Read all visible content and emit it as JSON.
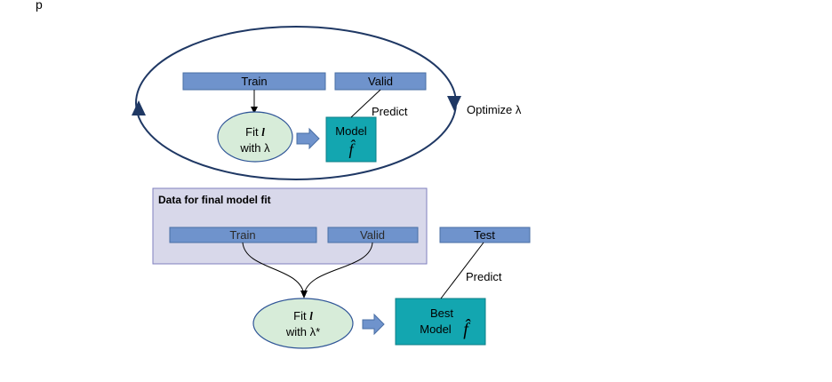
{
  "corner_mark": "p",
  "top": {
    "train_label": "Train",
    "valid_label": "Valid",
    "fit_line1_prefix": "Fit ",
    "fit_line1_symbol": "l",
    "fit_line2": "with λ",
    "model_label": "Model",
    "model_symbol": "f̂",
    "predict_label": "Predict",
    "loop_label": "Optimize λ"
  },
  "final": {
    "panel_title": "Data for final model fit",
    "train_label": "Train",
    "valid_label": "Valid",
    "test_label": "Test",
    "fit_line1_prefix": "Fit ",
    "fit_line1_symbol": "l",
    "fit_line2": "with λ*",
    "model_line1": "Best",
    "model_line2": "Model",
    "model_symbol": "f̂",
    "predict_label": "Predict"
  },
  "colors": {
    "bar_fill": "#6f93cc",
    "bar_stroke": "#4a6fa5",
    "fit_fill": "#d7ecd9",
    "fit_stroke": "#2f5597",
    "model_fill": "#13a6b0",
    "panel_fill": "#d8d8ea",
    "panel_stroke": "#7f7fbf",
    "loop_stroke": "#1f3864",
    "arrow_fill": "#6f93cc"
  }
}
